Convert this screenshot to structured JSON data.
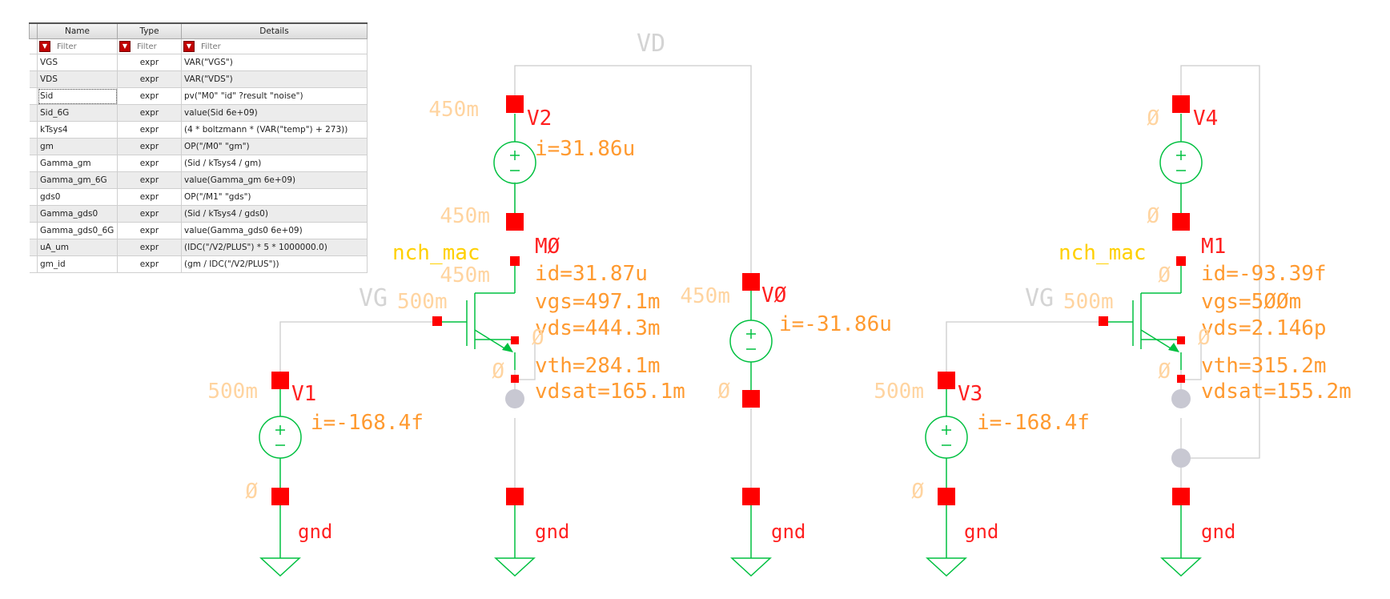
{
  "table": {
    "headers": {
      "name": "Name",
      "type": "Type",
      "details": "Details"
    },
    "filter_placeholder": "Filter",
    "rows": [
      {
        "name": "VGS",
        "type": "expr",
        "details": "VAR(\"VGS\")"
      },
      {
        "name": "VDS",
        "type": "expr",
        "details": "VAR(\"VDS\")"
      },
      {
        "name": "Sid",
        "type": "expr",
        "details": "pv(\"M0\" \"id\" ?result \"noise\")"
      },
      {
        "name": "Sid_6G",
        "type": "expr",
        "details": "value(Sid 6e+09)"
      },
      {
        "name": "kTsys4",
        "type": "expr",
        "details": "(4 * boltzmann * (VAR(\"temp\") + 273))"
      },
      {
        "name": "gm",
        "type": "expr",
        "details": "OP(\"/M0\" \"gm\")"
      },
      {
        "name": "Gamma_gm",
        "type": "expr",
        "details": "(Sid / kTsys4 / gm)"
      },
      {
        "name": "Gamma_gm_6G",
        "type": "expr",
        "details": "value(Gamma_gm 6e+09)"
      },
      {
        "name": "gds0",
        "type": "expr",
        "details": "OP(\"/M1\" \"gds\")"
      },
      {
        "name": "Gamma_gds0",
        "type": "expr",
        "details": "(Sid / kTsys4 / gds0)"
      },
      {
        "name": "Gamma_gds0_6G",
        "type": "expr",
        "details": "value(Gamma_gds0 6e+09)"
      },
      {
        "name": "uA_um",
        "type": "expr",
        "details": "(IDC(\"/V2/PLUS\") * 5 * 1000000.0)"
      },
      {
        "name": "gm_id",
        "type": "expr",
        "details": "(gm / IDC(\"/V2/PLUS\"))"
      }
    ]
  },
  "schematic": {
    "nets": {
      "vd": "VD",
      "vg1": "VG",
      "vg2": "VG"
    },
    "v2": {
      "name": "V2",
      "current": "i=31.86u",
      "v_top": "450m",
      "v_bot": "450m"
    },
    "v1": {
      "name": "V1",
      "current": "i=-168.4f",
      "v_top": "500m",
      "v_bot": "Ø"
    },
    "v0": {
      "name": "VØ",
      "current": "i=-31.86u",
      "v_top": "450m",
      "v_bot": "Ø"
    },
    "v3": {
      "name": "V3",
      "current": "i=-168.4f",
      "v_top": "500m",
      "v_bot": "Ø"
    },
    "v4": {
      "name": "V4",
      "v_top": "Ø",
      "v_bot": "Ø"
    },
    "m0": {
      "name": "MØ",
      "model": "nch_mac",
      "params": [
        "id=31.87u",
        "vgs=497.1m",
        "vds=444.3m",
        "vth=284.1m",
        "vdsat=165.1m"
      ],
      "d_volt": "450m",
      "g_volt": "500m",
      "b_volt": "Ø",
      "s_volt": "Ø"
    },
    "m1": {
      "name": "M1",
      "model": "nch_mac",
      "params": [
        "id=-93.39f",
        "vgs=5ØØm",
        "vds=2.146p",
        "vth=315.2m",
        "vdsat=155.2m"
      ],
      "d_volt": "Ø",
      "g_volt": "500m",
      "b_volt": "Ø",
      "s_volt": "Ø"
    },
    "gnd_label": "gnd",
    "colors": {
      "wire": "#cccccc",
      "device": "#00c040",
      "pin": "#ff0000",
      "inst_name": "#ff2020",
      "annotation": "#ff9a30",
      "voltage": "#ffd4a0",
      "model": "#ffd000",
      "net_label": "#d4d4d4",
      "dot": "#c8c8d2"
    }
  }
}
